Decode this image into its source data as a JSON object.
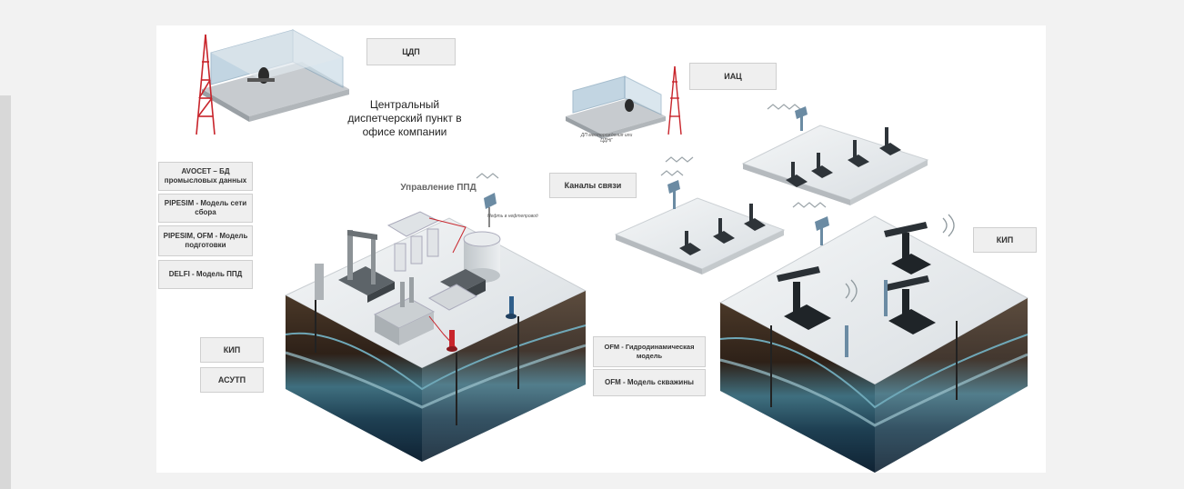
{
  "labels": {
    "cdp": "ЦДП",
    "iac": "ИАЦ",
    "central_point": "Центральный диспетчерский пункт в офисе компании",
    "avocet": "AVOCET – БД промысловых данных",
    "pipesim_network": "PIPESIM - Модель сети сбора",
    "pipesim_ofm": "PIPESIM, OFM - Модель подготовки",
    "delfi": "DELFI - Модель ППД",
    "ppd_control": "Управление ППД",
    "channels": "Каналы связи",
    "kip_right": "КИП",
    "kip_left": "КИП",
    "asutp": "АСУТП",
    "ofm_hydro": "OFM - Гидродинамическая модель",
    "ofm_wells": "OFM - Модель скважины",
    "dp_field": "ДП месторождения или ЦДНГ",
    "oil_pipeline": "Нефть в нефтепровод"
  },
  "colors": {
    "accent_red": "#c8242b",
    "panel_bg": "#efefef",
    "ground_dark": "#3b2a1e",
    "water": "#2f5e73",
    "platform": "#e9ecee"
  }
}
